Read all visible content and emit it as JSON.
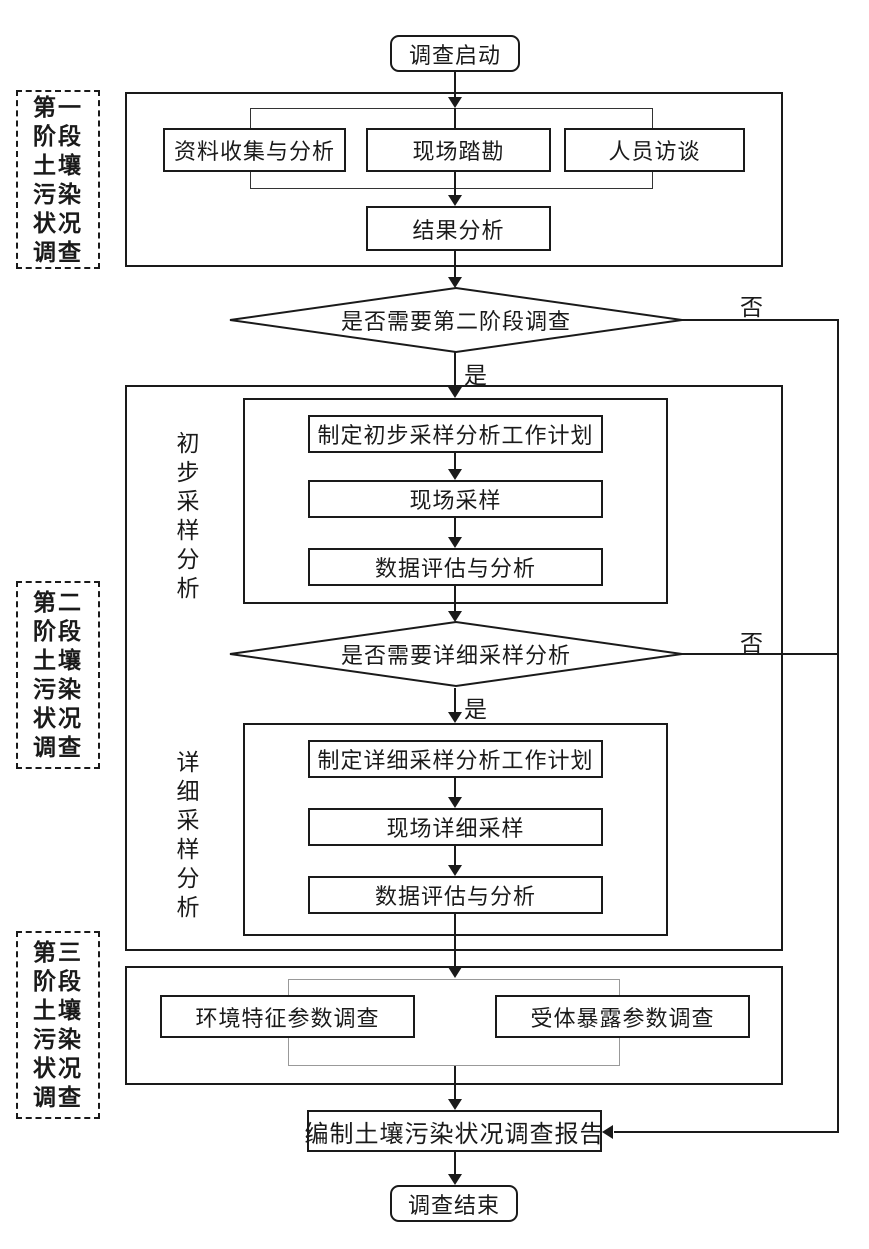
{
  "start": {
    "label": "调查启动"
  },
  "stage1": {
    "side_label": "第一\n阶段\n土壤\n污染\n状况\n调查",
    "parallel_tasks": [
      "资料收集与分析",
      "现场踏勘",
      "人员访谈"
    ],
    "result_box": "结果分析"
  },
  "decision1": {
    "label": "是否需要第二阶段调查",
    "yes_label": "是",
    "no_label": "否"
  },
  "stage2": {
    "side_label": "第二\n阶段\n土壤\n污染\n状况\n调查",
    "preliminary": {
      "group_label": "初\n步\n采\n样\n分\n析",
      "steps": [
        "制定初步采样分析工作计划",
        "现场采样",
        "数据评估与分析"
      ]
    },
    "decision2": {
      "label": "是否需要详细采样分析",
      "yes_label": "是",
      "no_label": "否"
    },
    "detailed": {
      "group_label": "详\n细\n采\n样\n分\n析",
      "steps": [
        "制定详细采样分析工作计划",
        "现场详细采样",
        "数据评估与分析"
      ]
    }
  },
  "stage3": {
    "side_label": "第三\n阶段\n土壤\n污染\n状况\n调查",
    "tasks": [
      "环境特征参数调查",
      "受体暴露参数调查"
    ]
  },
  "report": {
    "label": "编制土壤污染状况调查报告"
  },
  "end": {
    "label": "调查结束"
  },
  "colors": {
    "line": "#1a1a1a",
    "bracket_gray": "#999999",
    "background": "#ffffff"
  }
}
